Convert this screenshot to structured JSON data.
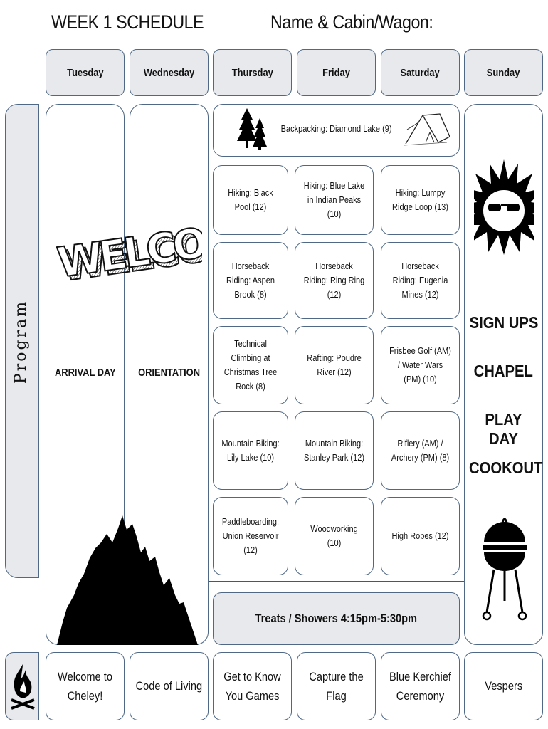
{
  "header": {
    "title": "WEEK 1 SCHEDULE",
    "name_field": "Name & Cabin/Wagon:"
  },
  "days": [
    "Tuesday",
    "Wednesday",
    "Thursday",
    "Friday",
    "Saturday",
    "Sunday"
  ],
  "sidebar_label": "Program",
  "tuesday": {
    "welcome_art": "WELCOME!",
    "label": "ARRIVAL DAY"
  },
  "wednesday": {
    "label": "ORIENTATION"
  },
  "backpacking": "Backpacking: Diamond Lake (9)",
  "activities": [
    [
      "Hiking: Black Pool (12)",
      "Hiking: Blue Lake in Indian Peaks (10)",
      "Hiking: Lumpy Ridge Loop (13)"
    ],
    [
      "Horseback Riding: Aspen Brook (8)",
      "Horseback Riding: Ring Ring (12)",
      "Horseback Riding: Eugenia Mines (12)"
    ],
    [
      "Technical Climbing at Christmas Tree Rock (8)",
      "Rafting: Poudre River (12)",
      "Frisbee Golf (AM) / Water Wars (PM) (10)"
    ],
    [
      "Mountain Biking: Lily Lake (10)",
      "Mountain Biking: Stanley Park (12)",
      "Riflery (AM) / Archery (PM) (8)"
    ],
    [
      "Paddleboarding: Union Reservoir (12)",
      "Woodworking (10)",
      "High Ropes (12)"
    ]
  ],
  "treats": "Treats / Showers 4:15pm-5:30pm",
  "sunday_items": [
    "SIGN UPS",
    "CHAPEL",
    "PLAY DAY",
    "COOKOUT"
  ],
  "evening": [
    "Welcome to Cheley!",
    "Code of Living",
    "Get to Know You Games",
    "Capture the Flag",
    "Blue Kerchief Ceremony",
    "Vespers"
  ],
  "icons": {
    "trees": "pine-trees-icon",
    "tent": "tent-icon",
    "sun": "sun-with-sunglasses-icon",
    "grill": "grill-icon",
    "mountain": "mountain-icon",
    "campfire": "campfire-icon"
  },
  "colors": {
    "border": "#4f6885",
    "header_fill": "#e7e9ec"
  }
}
